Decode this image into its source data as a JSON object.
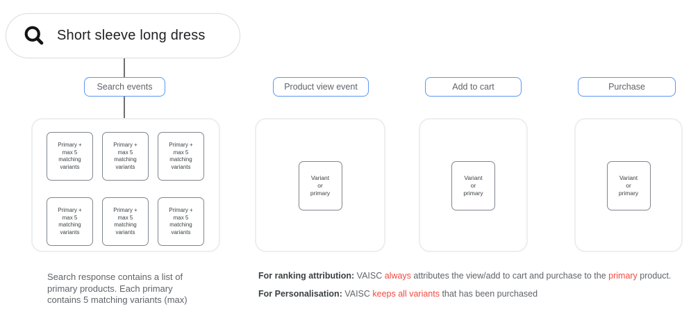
{
  "colors": {
    "accent_blue": "#5a94f5",
    "alert_red": "#f04a40"
  },
  "search_bar": {
    "icon": "search",
    "query": "Short sleeve long dress"
  },
  "columns": [
    {
      "label": "Search events",
      "boxes": [
        "Primary +\nmax 5\nmatching\nvariants",
        "Primary +\nmax 5\nmatching\nvariants",
        "Primary +\nmax 5\nmatching\nvariants",
        "Primary +\nmax 5\nmatching\nvariants",
        "Primary +\nmax 5\nmatching\nvariants",
        "Primary +\nmax 5\nmatching\nvariants"
      ]
    },
    {
      "label": "Product view event",
      "boxes": [
        "Variant\nor\nprimary"
      ]
    },
    {
      "label": "Add to cart",
      "boxes": [
        "Variant\nor\nprimary"
      ]
    },
    {
      "label": "Purchase",
      "boxes": [
        "Variant\nor\nprimary"
      ]
    }
  ],
  "notes": {
    "search_note": "Search response contains a list of\nprimary products. Each primary\ncontains 5 matching variants (max)",
    "ranking": {
      "label": "For ranking attribution:",
      "pre": " VAISC ",
      "red1": "always",
      "mid": " attributes the view/add to cart and purchase to the ",
      "red2": "primary",
      "end": " product."
    },
    "personalisation": {
      "label": "For Personalisation:",
      "pre": " VAISC ",
      "red1": "keeps all variants",
      "end": " that has been purchased"
    }
  }
}
